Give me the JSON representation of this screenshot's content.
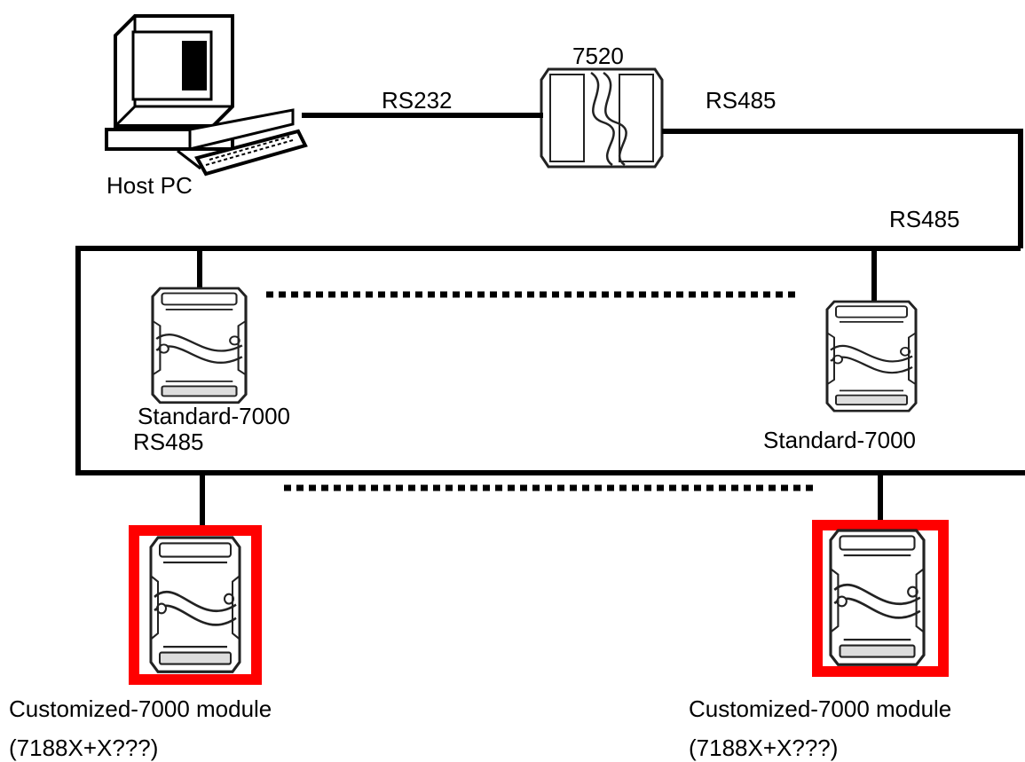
{
  "labels": {
    "host_pc": "Host PC",
    "converter": "7520",
    "link_rs232": "RS232",
    "link_rs485_top": "RS485",
    "link_rs485_right": "RS485",
    "link_rs485_left": "RS485",
    "standard_left": "Standard-7000",
    "standard_right": "Standard-7000",
    "custom_left_name": "Customized-7000 module",
    "custom_left_model": "(7188X+X???)",
    "custom_right_name": "Customized-7000 module",
    "custom_right_model": "(7188X+X???)"
  },
  "colors": {
    "line": "#000000",
    "highlight": "#ff0000",
    "module_fill": "#ffffff",
    "module_stroke": "#333333"
  },
  "icons": [
    "computer-icon",
    "converter-7520-icon",
    "module-icon"
  ]
}
